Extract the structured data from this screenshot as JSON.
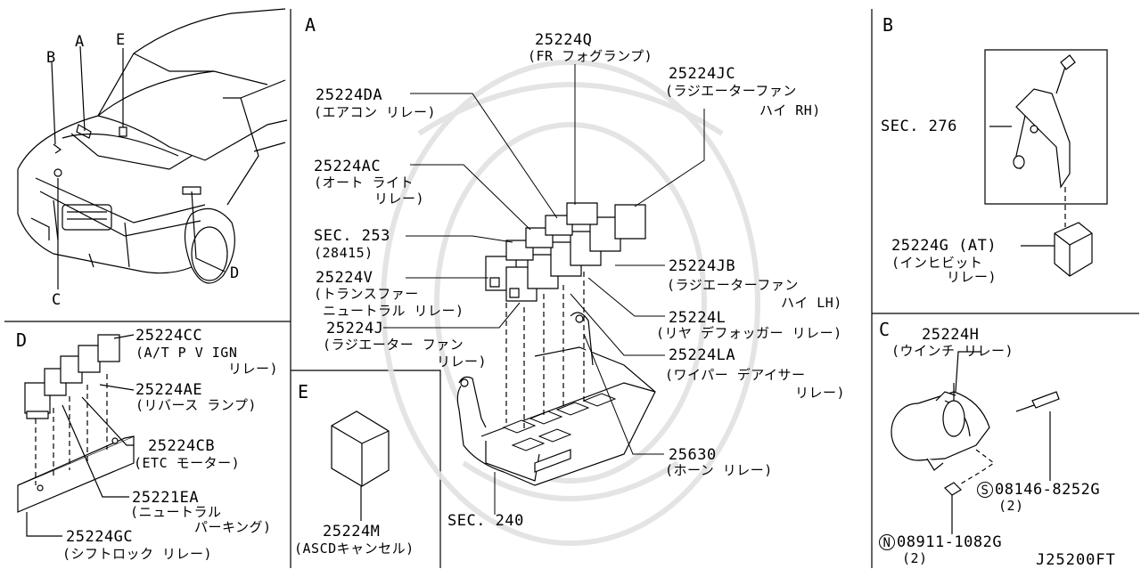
{
  "sections": {
    "A": "A",
    "B": "B",
    "C": "C",
    "D": "D",
    "E": "E"
  },
  "car_labels": {
    "A": "A",
    "B": "B",
    "C": "C",
    "D": "D",
    "E": "E"
  },
  "section_a": {
    "p25224Q": {
      "code": "25224Q",
      "desc": "(FR フォグランプ)"
    },
    "p25224JC": {
      "code": "25224JC",
      "desc1": "(ラジエーターファン",
      "desc2": "ハイ RH)"
    },
    "p25224DA": {
      "code": "25224DA",
      "desc": "(エアコン リレー)"
    },
    "p25224AC": {
      "code": "25224AC",
      "desc1": "(オート ライト",
      "desc2": "リレー)"
    },
    "sec253": {
      "code": "SEC. 253",
      "desc": "(28415)"
    },
    "p25224V": {
      "code": "25224V",
      "desc1": "(トランスファー",
      "desc2": "ニュートラル リレー)"
    },
    "p25224J": {
      "code": "25224J",
      "desc1": "(ラジエーター ファン",
      "desc2": "リレー)"
    },
    "p25224JB": {
      "code": "25224JB",
      "desc1": "(ラジエーターファン",
      "desc2": "ハイ LH)"
    },
    "p25224L": {
      "code": "25224L",
      "desc": "(リヤ デフォッガー リレー)"
    },
    "p25224LA": {
      "code": "25224LA",
      "desc1": "(ワイパー デアイサー",
      "desc2": "リレー)"
    },
    "p25630": {
      "code": "25630",
      "desc": "(ホーン リレー)"
    },
    "sec240": {
      "code": "SEC. 240"
    }
  },
  "section_b": {
    "sec276": {
      "code": "SEC. 276"
    },
    "p25224G": {
      "code": "25224G (AT)",
      "desc1": "(インヒビット",
      "desc2": "リレー)"
    }
  },
  "section_c": {
    "p25224H": {
      "code": "25224H",
      "desc": "(ウインチ リレー)"
    },
    "s08146": {
      "mark": "S",
      "code": "08146-8252G",
      "qty": "(2)"
    },
    "n08911": {
      "mark": "N",
      "code": "08911-1082G",
      "qty": "(2)"
    }
  },
  "section_d": {
    "p25224CC": {
      "code": "25224CC",
      "desc1": "(A/T P V IGN",
      "desc2": "リレー)"
    },
    "p25224AE": {
      "code": "25224AE",
      "desc": "(リバース ランプ)"
    },
    "p25224CB": {
      "code": "25224CB",
      "desc": "(ETC モーター)"
    },
    "p25221EA": {
      "code": "25221EA",
      "desc1": "(ニュートラル",
      "desc2": "パーキング)"
    },
    "p25224GC": {
      "code": "25224GC",
      "desc": "(シフトロック リレー)"
    }
  },
  "section_e": {
    "p25224M": {
      "code": "25224M",
      "desc": "(ASCDキャンセル)"
    }
  },
  "footer": {
    "ref": "J25200FT"
  }
}
